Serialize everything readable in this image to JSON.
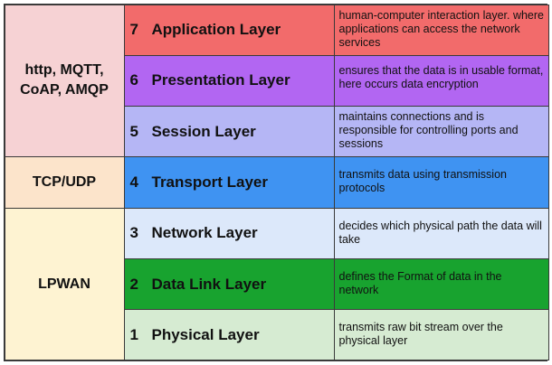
{
  "protocol_groups": [
    {
      "label": "http, MQTT,\nCoAP, AMQP",
      "color": "#f6d2d4"
    },
    {
      "label": "TCP/UDP",
      "color": "#fce4cb"
    },
    {
      "label": "LPWAN",
      "color": "#fef3d2"
    }
  ],
  "layers": [
    {
      "number": "7",
      "name": "Application Layer",
      "description": "human-computer interaction layer. where applications can access the network services",
      "color": "#f26b6b"
    },
    {
      "number": "6",
      "name": "Presentation Layer",
      "description": "ensures that the data is in usable format, here occurs data encryption",
      "color": "#b266f2"
    },
    {
      "number": "5",
      "name": "Session Layer",
      "description": "maintains connections and is responsible for controlling ports and sessions",
      "color": "#b5b6f5"
    },
    {
      "number": "4",
      "name": "Transport Layer",
      "description": "transmits data using transmission protocols",
      "color": "#3f93f2"
    },
    {
      "number": "3",
      "name": "Network Layer",
      "description": "decides which physical path the data will take",
      "color": "#dce8fa"
    },
    {
      "number": "2",
      "name": "Data Link Layer",
      "description": "defines the Format of data in the network",
      "color": "#18a32f"
    },
    {
      "number": "1",
      "name": "Physical Layer",
      "description": "transmits raw bit stream over the physical layer",
      "color": "#d6ebd2"
    }
  ]
}
